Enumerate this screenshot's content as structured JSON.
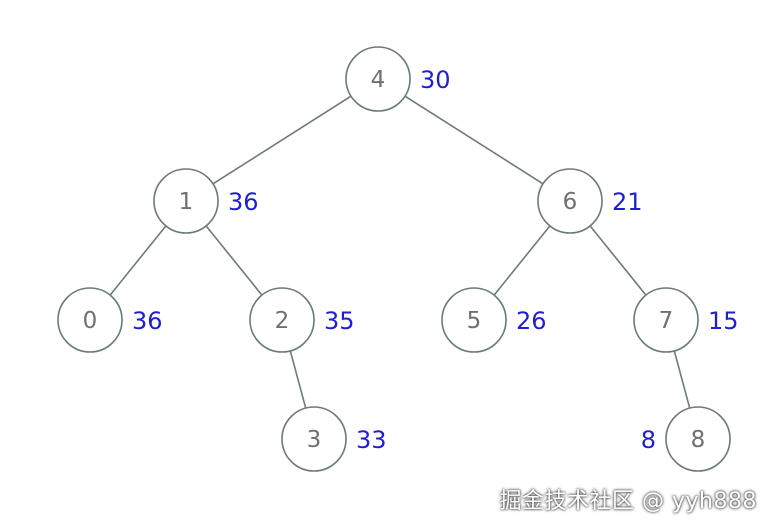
{
  "colors": {
    "node_stroke": "#6c7a7a",
    "node_label": "#707070",
    "edge": "#6c7a7a",
    "annotation": "#1f1fd1"
  },
  "tree": {
    "nodes": [
      {
        "id": "4",
        "label": "4",
        "value": "30",
        "value_side": "right"
      },
      {
        "id": "1",
        "label": "1",
        "value": "36",
        "value_side": "right"
      },
      {
        "id": "6",
        "label": "6",
        "value": "21",
        "value_side": "right"
      },
      {
        "id": "0",
        "label": "0",
        "value": "36",
        "value_side": "right"
      },
      {
        "id": "2",
        "label": "2",
        "value": "35",
        "value_side": "right"
      },
      {
        "id": "5",
        "label": "5",
        "value": "26",
        "value_side": "right"
      },
      {
        "id": "7",
        "label": "7",
        "value": "15",
        "value_side": "right"
      },
      {
        "id": "3",
        "label": "3",
        "value": "33",
        "value_side": "right"
      },
      {
        "id": "8",
        "label": "8",
        "value": "8",
        "value_side": "left"
      }
    ],
    "edges": [
      [
        "4",
        "1"
      ],
      [
        "4",
        "6"
      ],
      [
        "1",
        "0"
      ],
      [
        "1",
        "2"
      ],
      [
        "2",
        "3"
      ],
      [
        "6",
        "5"
      ],
      [
        "6",
        "7"
      ],
      [
        "7",
        "8"
      ]
    ]
  },
  "watermark": "掘金技术社区 @ yyh888"
}
